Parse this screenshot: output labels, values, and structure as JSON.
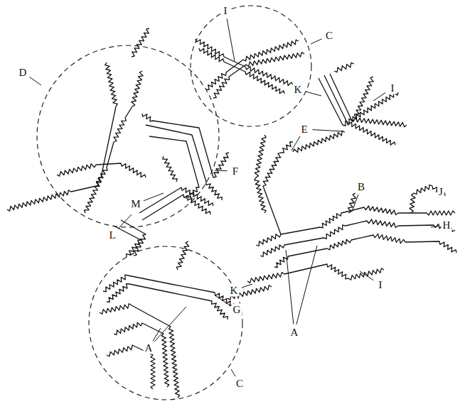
{
  "diagram": {
    "labels": [
      "I",
      "C",
      "D",
      "K",
      "I",
      "E",
      "F",
      "B",
      "J",
      "H",
      "M",
      "L",
      "K",
      "I",
      "A",
      "A",
      "G",
      "C"
    ]
  }
}
